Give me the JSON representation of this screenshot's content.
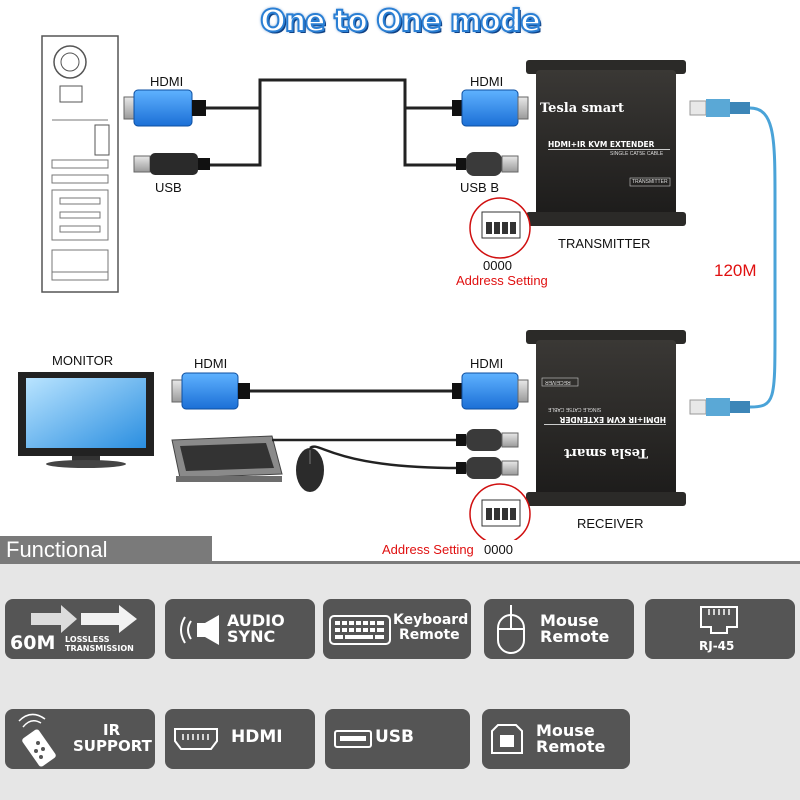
{
  "title": "One to One mode",
  "top": {
    "pc_hdmi_label": "HDMI",
    "pc_usb_label": "USB",
    "tx_hdmi_label": "HDMI",
    "tx_usbb_label": "USB B",
    "transmitter_label": "TRANSMITTER",
    "tx_address_code": "0000",
    "tx_address_label": "Address Setting",
    "brand": "Tesla smart",
    "product_line": "HDMI+IR KVM EXTENDER",
    "product_sub": "SINGLE CAT5E CABLE",
    "tx_badge": "TRANSMITTER"
  },
  "cable_distance": "120M",
  "bottom": {
    "monitor_label": "MONITOR",
    "mon_hdmi_label": "HDMI",
    "rx_hdmi_label": "HDMI",
    "receiver_label": "RECEIVER",
    "rx_address_label": "Address Setting",
    "rx_address_code": "0000",
    "rx_badge": "RECEIVER"
  },
  "section_title": "Functional",
  "features_row1": [
    {
      "big": "60M",
      "small1": "LOSSLESS",
      "small2": "TRANSMISSION",
      "icon": "arrow-icon"
    },
    {
      "line1": "AUDIO",
      "line2": "SYNC",
      "icon": "speaker-icon"
    },
    {
      "line1": "Keyboard",
      "line2": "Remote",
      "icon": "keyboard-icon"
    },
    {
      "line1": "Mouse",
      "line2": "Remote",
      "icon": "mouse-icon"
    },
    {
      "line1": "RJ-45",
      "icon": "rj45-port-icon"
    }
  ],
  "features_row2": [
    {
      "line1": "IR",
      "line2": "SUPPORT",
      "icon": "ir-remote-icon"
    },
    {
      "line1": "HDMI",
      "icon": "hdmi-port-icon"
    },
    {
      "line1": "USB",
      "icon": "usb-port-icon"
    },
    {
      "line1": "Mouse",
      "line2": "Remote",
      "icon": "usb-b-port-icon"
    }
  ]
}
